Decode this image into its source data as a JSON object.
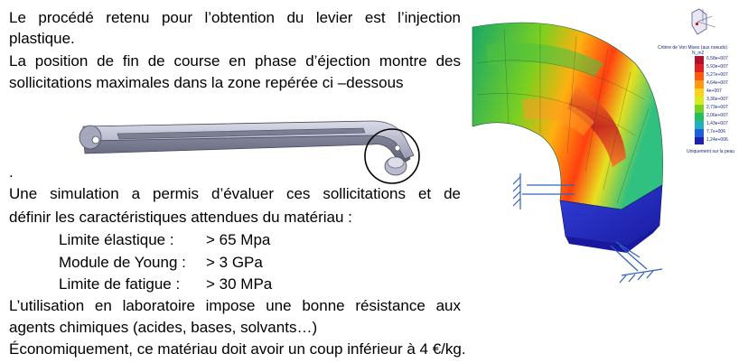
{
  "doc": {
    "lines": [
      "Le procédé retenu pour l’obtention du levier est l’injection",
      "plastique.",
      "La position de fin de course en phase d’éjection montre des",
      "sollicitations maximales dans la zone repérée ci –dessous",
      ".",
      "Une simulation a permis d’évaluer ces sollicitations et de",
      "définir les caractéristiques attendues du matériau :"
    ],
    "specs": [
      {
        "label": "Limite élastique :",
        "value": "> 65 Mpa"
      },
      {
        "label": "Module de Young :",
        "value": ">  3 GPa"
      },
      {
        "label": "Limite de fatigue :",
        "value": "> 30 MPa"
      }
    ],
    "tail": [
      "L’utilisation en laboratoire impose une bonne résistance aux",
      "agents chimiques (acides, bases, solvants…)",
      "Économiquement, ce matériau doit avoir un coup inférieur à 4 €/kg."
    ]
  },
  "figure_legend": {
    "title_line1": "Critère de Von Mises (aux noeuds)",
    "title_line2": "N_m2",
    "values": [
      "6,58e+007",
      "5,93e+007",
      "5,27e+007",
      "4,64e+007",
      "4e+007",
      "3,36e+007",
      "2,73e+007",
      "2,06e+007",
      "1,43e+007",
      "7,7e+006",
      "1,24e+006"
    ],
    "footer": "Uniquement sur la peau",
    "colors": [
      "#b0102a",
      "#e02020",
      "#ff5a10",
      "#ff9a10",
      "#ffd21a",
      "#d8ea20",
      "#7ad020",
      "#20c060",
      "#20b0c0",
      "#2060e0",
      "#2020b0"
    ]
  }
}
